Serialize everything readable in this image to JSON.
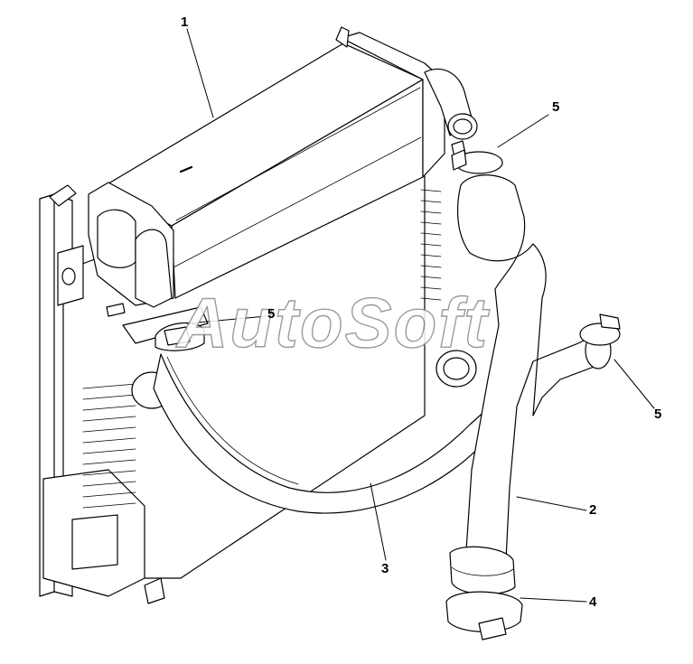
{
  "callouts": [
    {
      "id": "c1",
      "label": "1"
    },
    {
      "id": "c5a",
      "label": "5"
    },
    {
      "id": "c5b",
      "label": "5"
    },
    {
      "id": "c5c",
      "label": "5"
    },
    {
      "id": "c2",
      "label": "2"
    },
    {
      "id": "c3",
      "label": "3"
    },
    {
      "id": "c4",
      "label": "4"
    }
  ],
  "watermark": "AutoSoft",
  "colors": {
    "line": "#000000",
    "background": "#ffffff",
    "watermark_outline": "#8a8a8a"
  }
}
